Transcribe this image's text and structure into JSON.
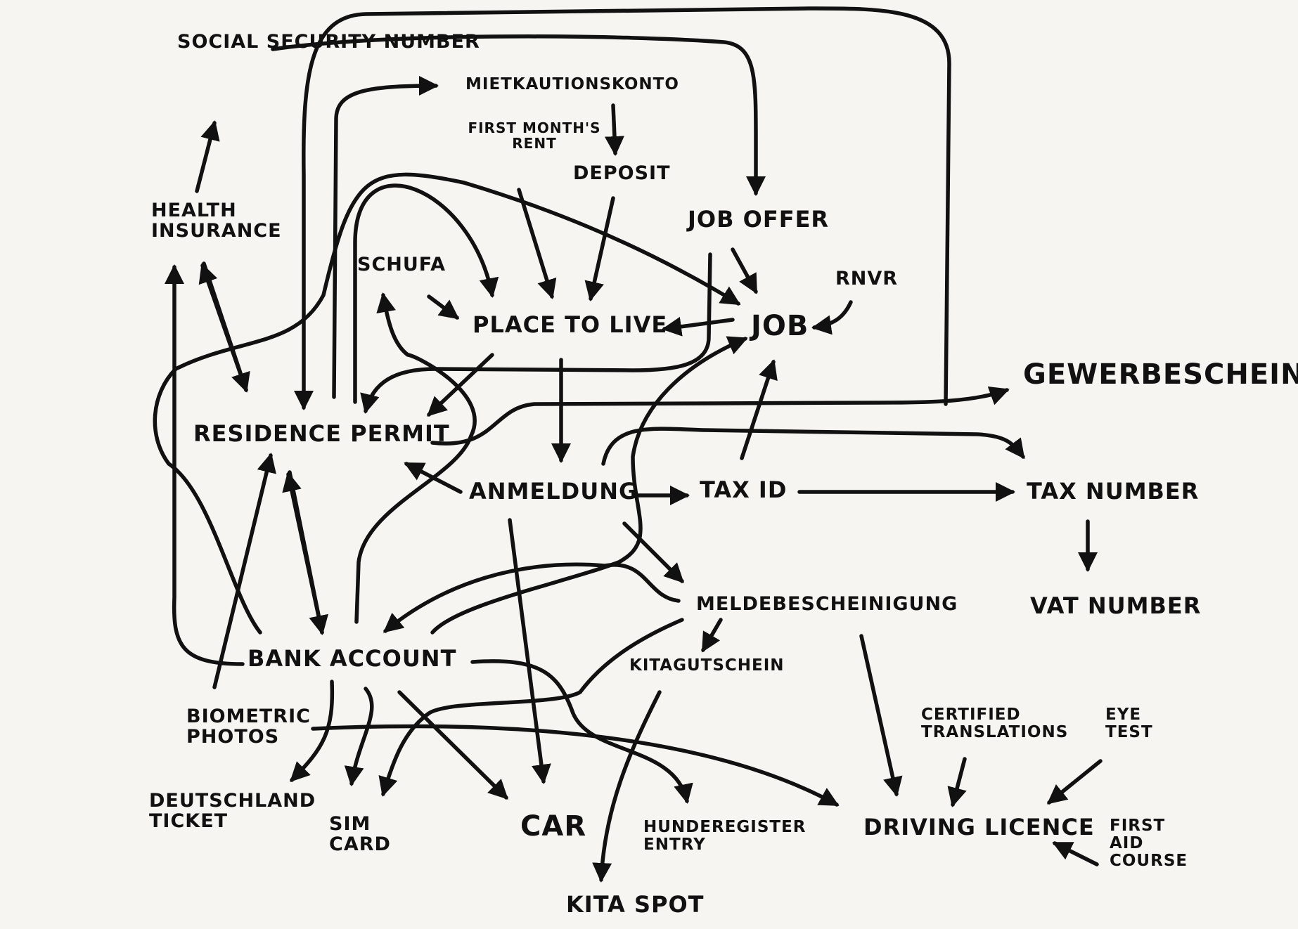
{
  "diagram": {
    "background": "#f6f5f1",
    "ink": "#111111",
    "nodes": {
      "social_security_number": "Social security number",
      "mietkautionskonto": "Mietkautionskonto",
      "first_months_rent": "First month's rent",
      "deposit": "Deposit",
      "health_insurance": "Health insurance",
      "job_offer": "Job offer",
      "schufa": "Schufa",
      "place_to_live": "Place to live",
      "job": "Job",
      "rnvr": "RNVR",
      "gewerbeschein": "Gewerbeschein",
      "residence_permit": "Residence permit",
      "anmeldung": "Anmeldung",
      "tax_id": "Tax ID",
      "tax_number": "Tax number",
      "meldebescheinigung": "Meldebescheinigung",
      "vat_number": "VAT number",
      "bank_account": "Bank account",
      "kitagutschein": "Kitagutschein",
      "biometric_photos": "Biometric photos",
      "certified_translations": "Certified translations",
      "eye_test": "Eye test",
      "deutschland_ticket": "Deutschland Ticket",
      "sim_card": "SIM card",
      "car": "Car",
      "hunderegister_entry": "Hunderegister entry",
      "driving_licence": "Driving licence",
      "first_aid_course": "First aid course",
      "kita_spot": "Kita spot"
    }
  }
}
